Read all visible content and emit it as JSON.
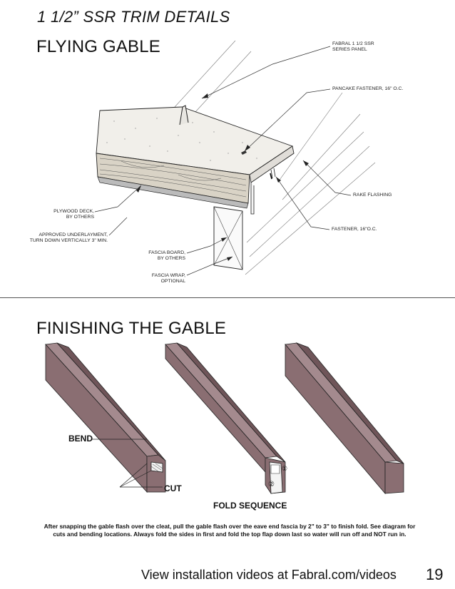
{
  "page": {
    "title": "1 1/2” SSR TRIM DETAILS",
    "page_number": "19",
    "footer": "View installation videos at Fabral.com/videos"
  },
  "flying_gable": {
    "heading": "FLYING GABLE",
    "callouts": {
      "panel_line1": "FABRAL 1 1/2 SSR",
      "panel_line2": "SERIES PANEL",
      "pancake": "PANCAKE FASTENER, 16\" O.C.",
      "rake": "RAKE FLASHING",
      "fastener": "FASTENER, 16\"O.C.",
      "plywood_line1": "PLYWOOD DECK,",
      "plywood_line2": "BY OTHERS",
      "underlay_line1": "APPROVED UNDERLAYMENT,",
      "underlay_line2": "TURN DOWN VERTICALLY 3\" MIN.",
      "fascia_line1": "FASCIA BOARD,",
      "fascia_line2": "BY OTHERS",
      "wrap_line1": "FASCIA WRAP,",
      "wrap_line2": "OPTIONAL"
    }
  },
  "finishing_gable": {
    "heading": "FINISHING THE GABLE",
    "labels": {
      "bend": "BEND",
      "cut": "CUT",
      "fold_sequence": "FOLD SEQUENCE",
      "step2": "②",
      "step1": "①"
    },
    "caption": "After snapping the gable flash over the cleat, pull the gable flash over the eave end fascia by 2\" to 3\" to finish fold.  See diagram for cuts and bending locations.  Always fold the sides in first and fold the top flap down last so water will run off and NOT run in.",
    "colors": {
      "flashing": "#8a6e72",
      "flashing_dark": "#6f5559",
      "flashing_light": "#a48a8e"
    }
  }
}
